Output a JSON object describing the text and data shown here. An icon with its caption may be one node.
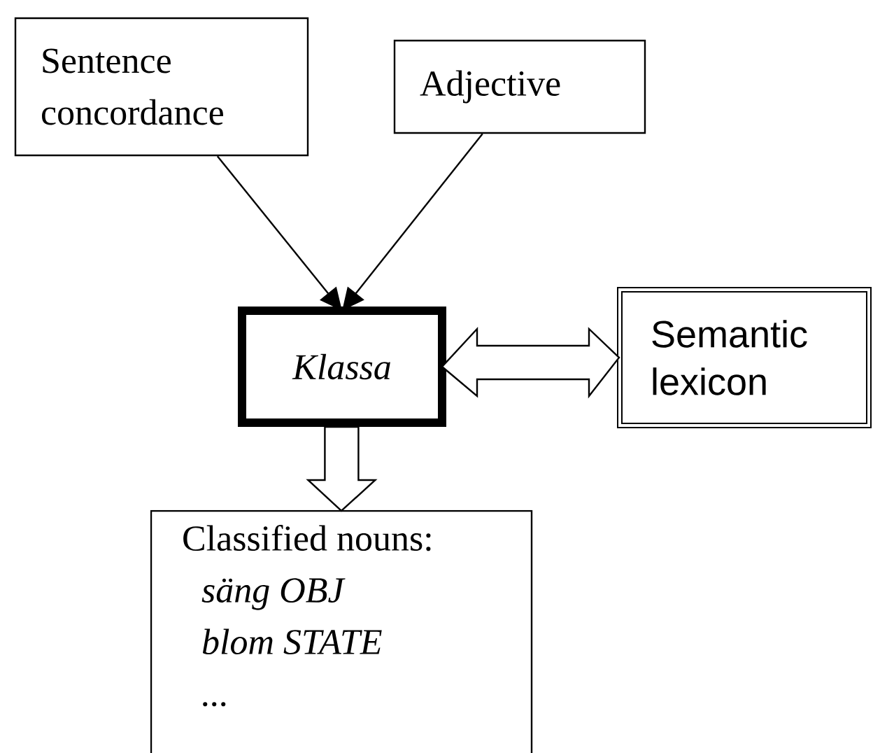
{
  "diagram": {
    "nodes": [
      {
        "text": [
          "Sentence concordance"
        ]
      },
      {
        "text": [
          "Adjective"
        ]
      },
      {
        "text": [
          "Klassa"
        ]
      },
      {
        "text": [
          "Semantic lexicon"
        ]
      },
      {
        "text": [
          "Classified nouns:",
          "säng OBJ",
          "blom STATE",
          "..."
        ]
      }
    ],
    "edges": [
      {
        "from": 0,
        "to": 2,
        "arrow": "to"
      },
      {
        "from": 1,
        "to": 2,
        "arrow": "to"
      },
      {
        "from": 2,
        "to": 3,
        "arrow": "both",
        "style": "thick"
      },
      {
        "from": 2,
        "to": 4,
        "arrow": "to",
        "style": "thick"
      }
    ]
  }
}
